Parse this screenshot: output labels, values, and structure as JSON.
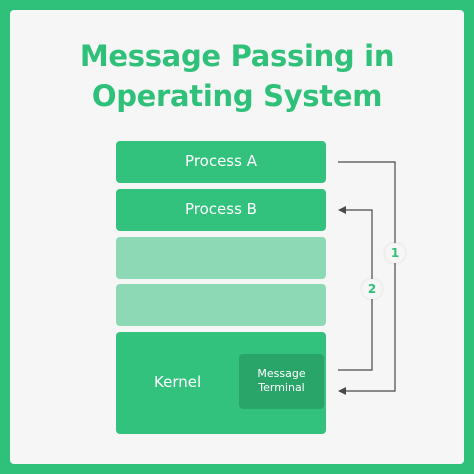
{
  "title": {
    "line1": "Message Passing in",
    "line2": "Operating System"
  },
  "blocks": {
    "process_a": "Process A",
    "process_b": "Process B",
    "kernel": "Kernel",
    "message_terminal_line1": "Message",
    "message_terminal_line2": "Terminal"
  },
  "arrows": {
    "step1": "1",
    "step2": "2"
  },
  "colors": {
    "background": "#2fc179",
    "card": "#f6f6f6",
    "block_solid": "#33c27d",
    "block_light": "#8dd8b5",
    "message_terminal": "#2aa56a",
    "arrow": "#4a4a4a"
  }
}
